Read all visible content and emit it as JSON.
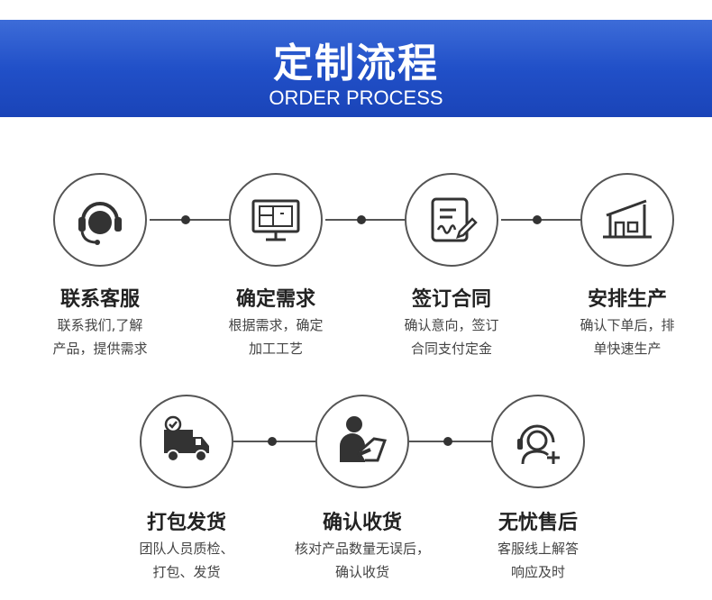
{
  "header": {
    "title": "定制流程",
    "subtitle": "ORDER PROCESS",
    "color": "#2150c8"
  },
  "steps": [
    {
      "title": "联系客服",
      "desc1": "联系我们,了解",
      "desc2": "产品，提供需求",
      "icon": "headset-service-icon"
    },
    {
      "title": "确定需求",
      "desc1": "根据需求，确定",
      "desc2": "加工工艺",
      "icon": "monitor-blueprint-icon"
    },
    {
      "title": "签订合同",
      "desc1": "确认意向，签订",
      "desc2": "合同支付定金",
      "icon": "contract-sign-icon"
    },
    {
      "title": "安排生产",
      "desc1": "确认下单后，排",
      "desc2": "单快速生产",
      "icon": "factory-icon"
    },
    {
      "title": "打包发货",
      "desc1": "团队人员质检、",
      "desc2": "打包、发货",
      "icon": "delivery-truck-icon"
    },
    {
      "title": "确认收货",
      "desc1": "核对产品数量无误后，",
      "desc2": "确认收货",
      "icon": "person-signing-icon"
    },
    {
      "title": "无忧售后",
      "desc1": "客服线上解答",
      "desc2": "响应及时",
      "icon": "after-sales-support-icon"
    }
  ]
}
